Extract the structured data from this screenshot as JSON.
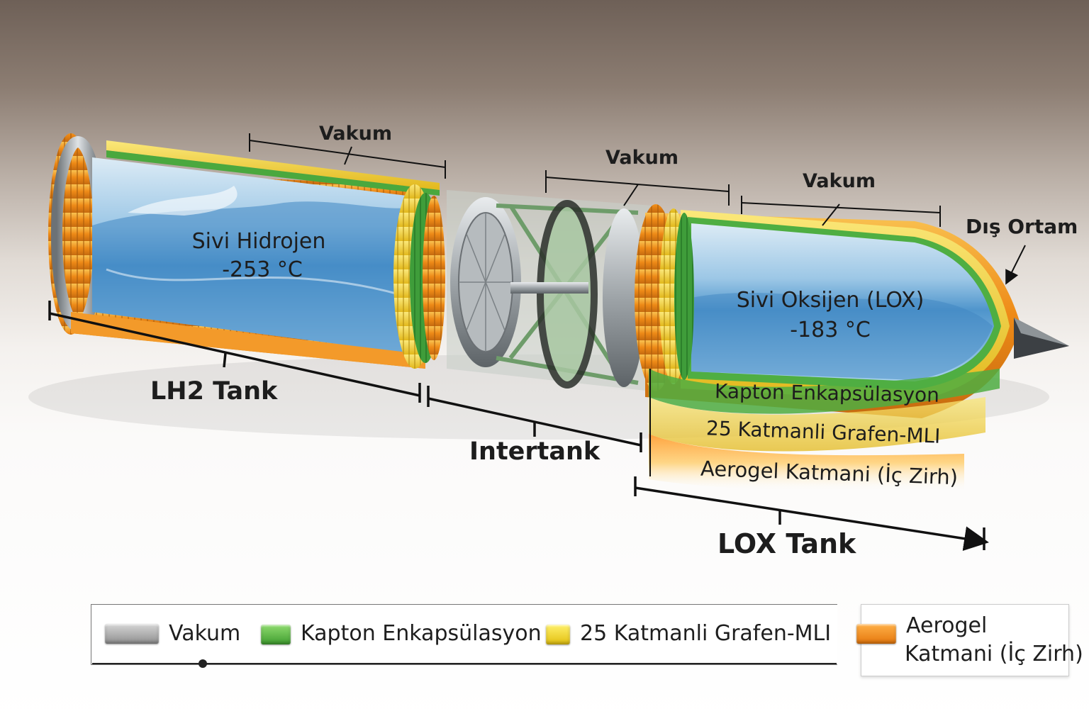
{
  "labels": {
    "vakum_1": "Vakum",
    "vakum_2": "Vakum",
    "vakum_3": "Vakum",
    "dis_ortam": "Dış Ortam",
    "lh2_fluid": "Sivi Hidrojen",
    "lh2_temp": "-253 °C",
    "lox_fluid": "Sivi Oksijen (LOX)",
    "lox_temp": "-183 °C",
    "layer_kapton": "Kapton Enkapsülasyon",
    "layer_mli": "25 Katmanli Grafen-MLI",
    "layer_aerogel": "Aerogel Katmani (İç Zirh)",
    "section_lh2": "LH2 Tank",
    "section_intertank": "Intertank",
    "section_lox": "LOX Tank"
  },
  "legend": {
    "items": [
      {
        "label": "Vakum",
        "color": "#a8a8a8"
      },
      {
        "label": "Kapton Enkapsülasyon",
        "color": "#5fbf3f"
      },
      {
        "label": "25 Katmanli Grafen-MLI",
        "color": "#f2d91c"
      }
    ],
    "last": {
      "line1": "Aerogel",
      "line2": "Katmani (İç Zirh)",
      "color": "#f08a1c"
    }
  },
  "colors": {
    "vacuum": "#a8a8a8",
    "kapton": "#5fbf3f",
    "mli": "#f2d91c",
    "aerogel": "#f08a1c",
    "fluid": "#6fb3e0"
  }
}
